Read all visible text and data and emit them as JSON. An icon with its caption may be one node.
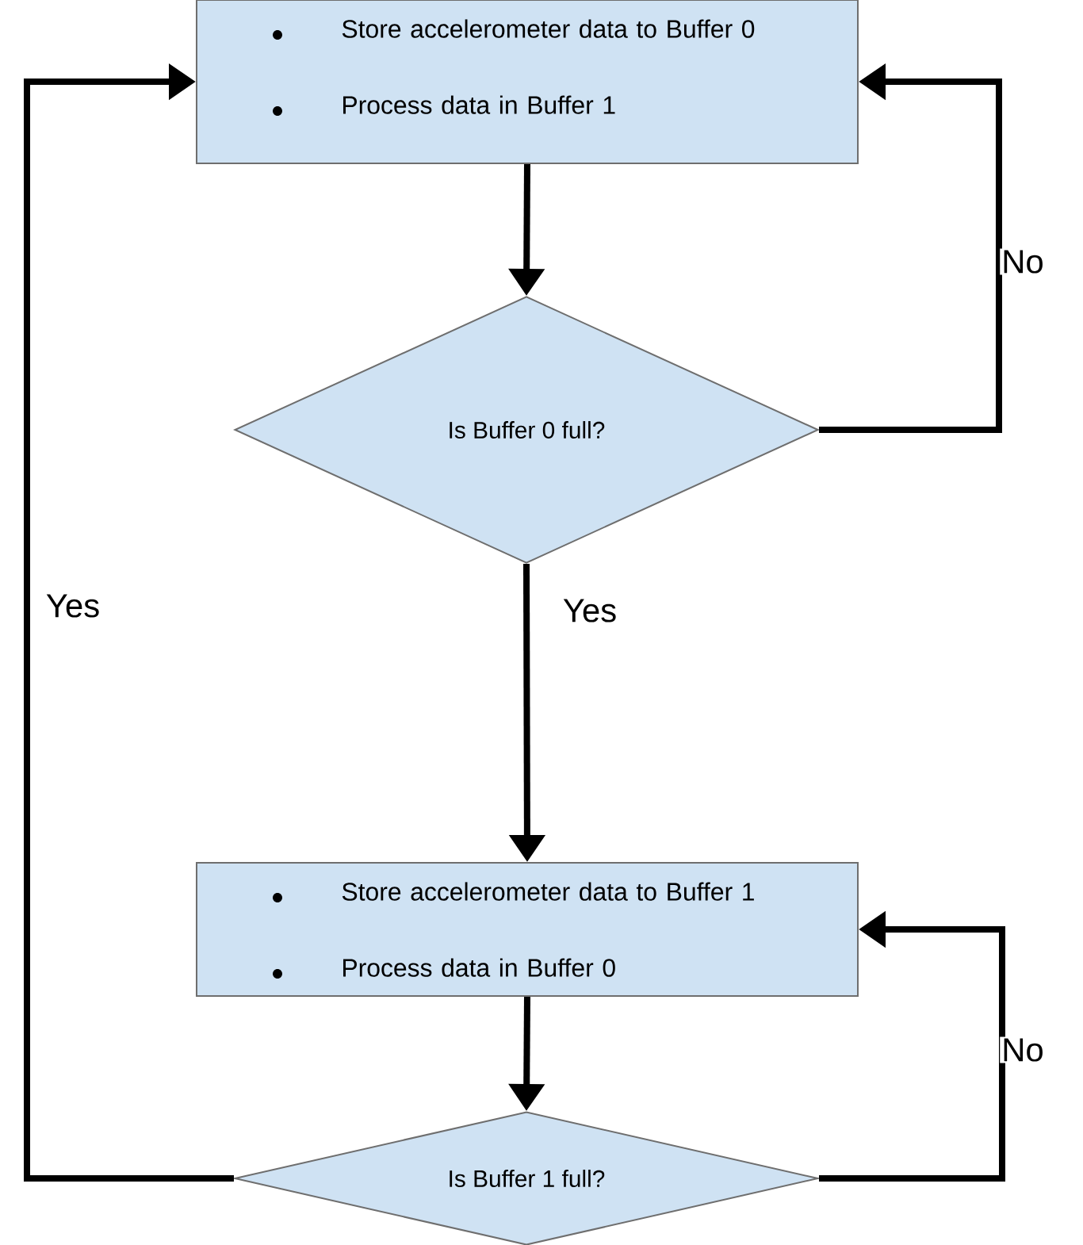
{
  "diagram": {
    "nodes": [
      {
        "text": [
          "Store accelerometer data to Buffer 0",
          "Process data in Buffer 1"
        ]
      },
      {
        "text": [
          "Is Buffer 0 full?"
        ]
      },
      {
        "text": [
          "Store accelerometer data to Buffer 1",
          "Process data in Buffer 0"
        ]
      },
      {
        "text": [
          "Is Buffer 1 full?"
        ]
      }
    ],
    "edges": [
      {
        "from": 0,
        "to": 1,
        "arrow": "to"
      },
      {
        "from": 1,
        "to": 0,
        "arrow": "to",
        "label": "No"
      },
      {
        "from": 1,
        "to": 2,
        "arrow": "to",
        "label": "Yes"
      },
      {
        "from": 2,
        "to": 3,
        "arrow": "to"
      },
      {
        "from": 3,
        "to": 2,
        "arrow": "to",
        "label": "No"
      },
      {
        "from": 3,
        "to": 0,
        "arrow": "to",
        "label": "Yes"
      }
    ]
  }
}
